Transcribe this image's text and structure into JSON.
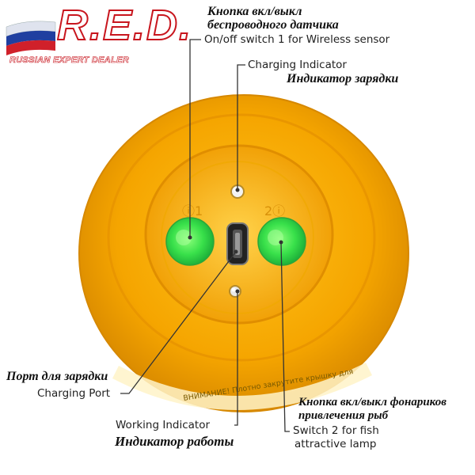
{
  "logo": {
    "brand": "R.E.D.",
    "subtitle": "RUSSIAN EXPERT DEALER",
    "flag_colors": [
      "#ffffff",
      "#1f3fa0",
      "#d0202a"
    ]
  },
  "device": {
    "body_color": "#f5a500",
    "indicator_color": "#38e04a",
    "warning_text": "ВНИМАНИЕ! Плотно закрутите крышку для"
  },
  "callouts": {
    "switch1": {
      "ru_line1": "Кнопка вкл/выкл",
      "ru_line2": "беспроводного датчика",
      "en": "On/off switch 1 for Wireless sensor"
    },
    "charging_indicator": {
      "en": "Charging Indicator",
      "ru": "Индикатор зарядки"
    },
    "charging_port": {
      "ru": "Порт для зарядки",
      "en": "Charging Port"
    },
    "switch2": {
      "ru_line1": "Кнопка вкл/выкл фонариков",
      "ru_line2": "привлечения рыб",
      "en_line1": "Switch 2 for fish",
      "en_line2": "attractive lamp"
    },
    "working_indicator": {
      "en": "Working Indicator",
      "ru": "Индикатор работы"
    }
  }
}
